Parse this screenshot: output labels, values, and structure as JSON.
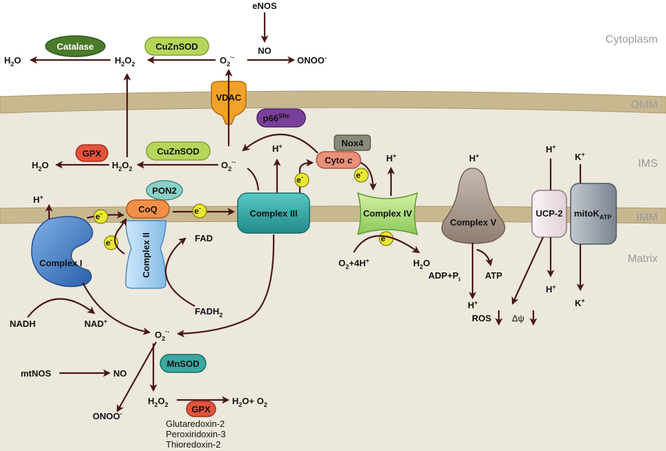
{
  "regions": {
    "cytoplasm": "Cytoplasm",
    "omm": "OMM",
    "ims": "IMS",
    "imm": "IMM",
    "matrix": "Matrix"
  },
  "colors": {
    "membrane": "#c8b890",
    "ims_fill": "#ece8dc",
    "arrow": "#4a1616",
    "catalase": "#4a7a2a",
    "sod_green": "#b5d65a",
    "gpx_red": "#e2533a",
    "vdac_orange": "#f2a12a",
    "p66_purple": "#7a3f9a",
    "nox4_gray": "#8a8a7a",
    "cytoc_salmon": "#e8907a",
    "complex_I_blue": "#3a72b8",
    "complex_II_lightblue": "#a8d0f0",
    "complex_III_teal": "#2aa0a0",
    "complex_IV_green": "#a8d878",
    "complex_V_brown": "#a8988a",
    "ucp2_pink": "#f0e4ea",
    "mitok_gray": "#9aa2aa",
    "electron_yellow": "#e8e830",
    "coq_orange": "#f2904a",
    "pon2_teal": "#8ad0c8",
    "mnsod_teal": "#3aa8a0"
  },
  "labels": {
    "enos": "eNOS",
    "no_top": "NO",
    "onoo_top": "ONOO",
    "catalase": "Catalase",
    "cuznsod_top": "CuZnSOD",
    "h2o_top": "H",
    "h2o2_top": "H",
    "o2_top": "O",
    "vdac": "VDAC",
    "p66": "p66",
    "p66_sup": "Shc",
    "gpx_ims": "GPX",
    "h2o_ims": "H",
    "h2o2_ims": "H",
    "cuznsod_ims": "CuZnSOD",
    "o2_ims": "O",
    "h_plus": "H",
    "nox4": "Nox4",
    "cytoc": "Cyto",
    "cytoc_c": "c",
    "pon2": "PON2",
    "coq": "CoQ",
    "electron": "e",
    "complex_I": "Complex I",
    "complex_II": "Complex II",
    "complex_III": "Complex III",
    "complex_IV": "Complex IV",
    "complex_V": "Complex V",
    "ucp2": "UCP-2",
    "mitok": "mitoK",
    "mitok_sub": "ATP",
    "k_plus": "K",
    "fad": "FAD",
    "fadh2": "FADH",
    "nadh": "NADH",
    "nad": "NAD",
    "o2_4h": "O",
    "o2_4h_rest": "+4H",
    "h2o_matrix": "H",
    "adp_pi": "ADP+P",
    "adp_sub": "i",
    "atp": "ATP",
    "ros": "ROS",
    "delta_psi": "Δψ",
    "o2_matrix": "O",
    "mnsod": "MnSOD",
    "mtnos": "mtNOS",
    "no_matrix": "NO",
    "onoo_matrix": "ONOO",
    "h2o2_matrix": "H",
    "gpx_matrix": "GPX",
    "h2o_o2": "H",
    "h2o_o2_rest": "O+ O",
    "glutaredoxin": "Glutaredoxin-2",
    "peroxiredoxin": "Peroxiridoxin-3",
    "thioredoxin": "Thioredoxin-2",
    "sub2": "2",
    "sup_plus": "+",
    "sup_minus": "-",
    "sup_radical": "·-",
    "sub_4h_sup": "+"
  }
}
